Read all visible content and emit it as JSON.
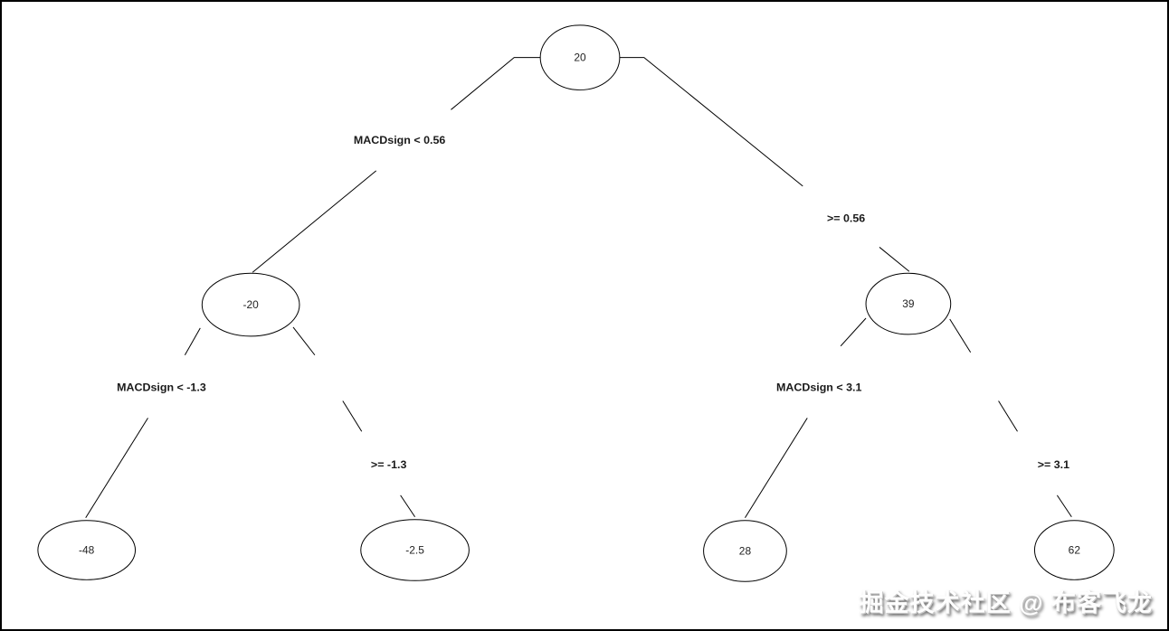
{
  "diagram": {
    "type": "decision-tree",
    "split_variable": "MACDsign"
  },
  "tree": {
    "nodes": [
      {
        "id": "root",
        "value": "20"
      },
      {
        "id": "left",
        "value": "-20"
      },
      {
        "id": "right",
        "value": "39"
      },
      {
        "id": "leaf-ll",
        "value": "-48"
      },
      {
        "id": "leaf-lr",
        "value": "-2.5"
      },
      {
        "id": "leaf-rl",
        "value": "28"
      },
      {
        "id": "leaf-rr",
        "value": "62"
      }
    ],
    "edge_labels": [
      {
        "id": "root-left",
        "text": "MACDsign < 0.56"
      },
      {
        "id": "root-right",
        "text": ">= 0.56"
      },
      {
        "id": "left-left",
        "text": "MACDsign < -1.3"
      },
      {
        "id": "left-right",
        "text": ">= -1.3"
      },
      {
        "id": "right-left",
        "text": "MACDsign < 3.1"
      },
      {
        "id": "right-right",
        "text": ">= 3.1"
      }
    ]
  },
  "watermark": {
    "text": "掘金技术社区 @ 布客飞龙"
  },
  "colors": {
    "background": "#ffffff",
    "stroke": "#000000",
    "node_fill": "#ffffff",
    "text": "#222222",
    "border": "#000000"
  }
}
